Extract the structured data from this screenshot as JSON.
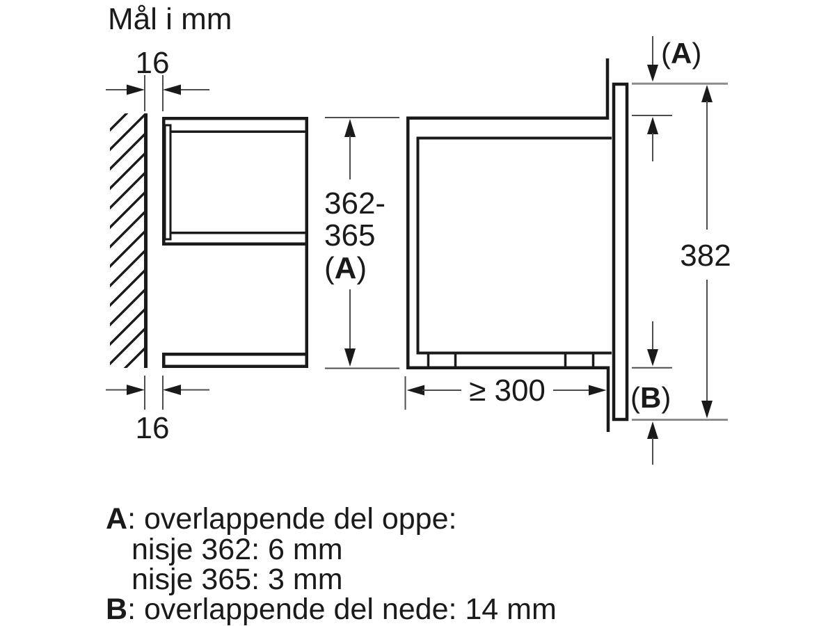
{
  "title": "Mål i mm",
  "dimensions": {
    "wall_gap": {
      "value": "16"
    },
    "niche_height": {
      "line1": "362-",
      "line2": "365",
      "label": {
        "open": "(",
        "letter": "A",
        "close": ")"
      }
    },
    "niche_depth": {
      "value": "≥ 300"
    },
    "front_height": {
      "value": "382"
    },
    "overlap_top": {
      "label": {
        "open": "(",
        "letter": "A",
        "close": ")"
      }
    },
    "overlap_bottom": {
      "label": {
        "open": "(",
        "letter": "B",
        "close": ")"
      }
    }
  },
  "notes": {
    "line1": {
      "letter": "A",
      "rest": ": overlappende del oppe:"
    },
    "line2": {
      "rest": "nisje 362: 6 mm"
    },
    "line3": {
      "rest": "nisje 365: 3 mm"
    },
    "line4": {
      "letter": "B",
      "rest": ": overlappende del nede: 14 mm"
    }
  },
  "colors": {
    "object_line": "#1a1a1a",
    "dimension_line": "#4d4d4d",
    "level_line": "#8c8c8c",
    "background": "#ffffff"
  }
}
